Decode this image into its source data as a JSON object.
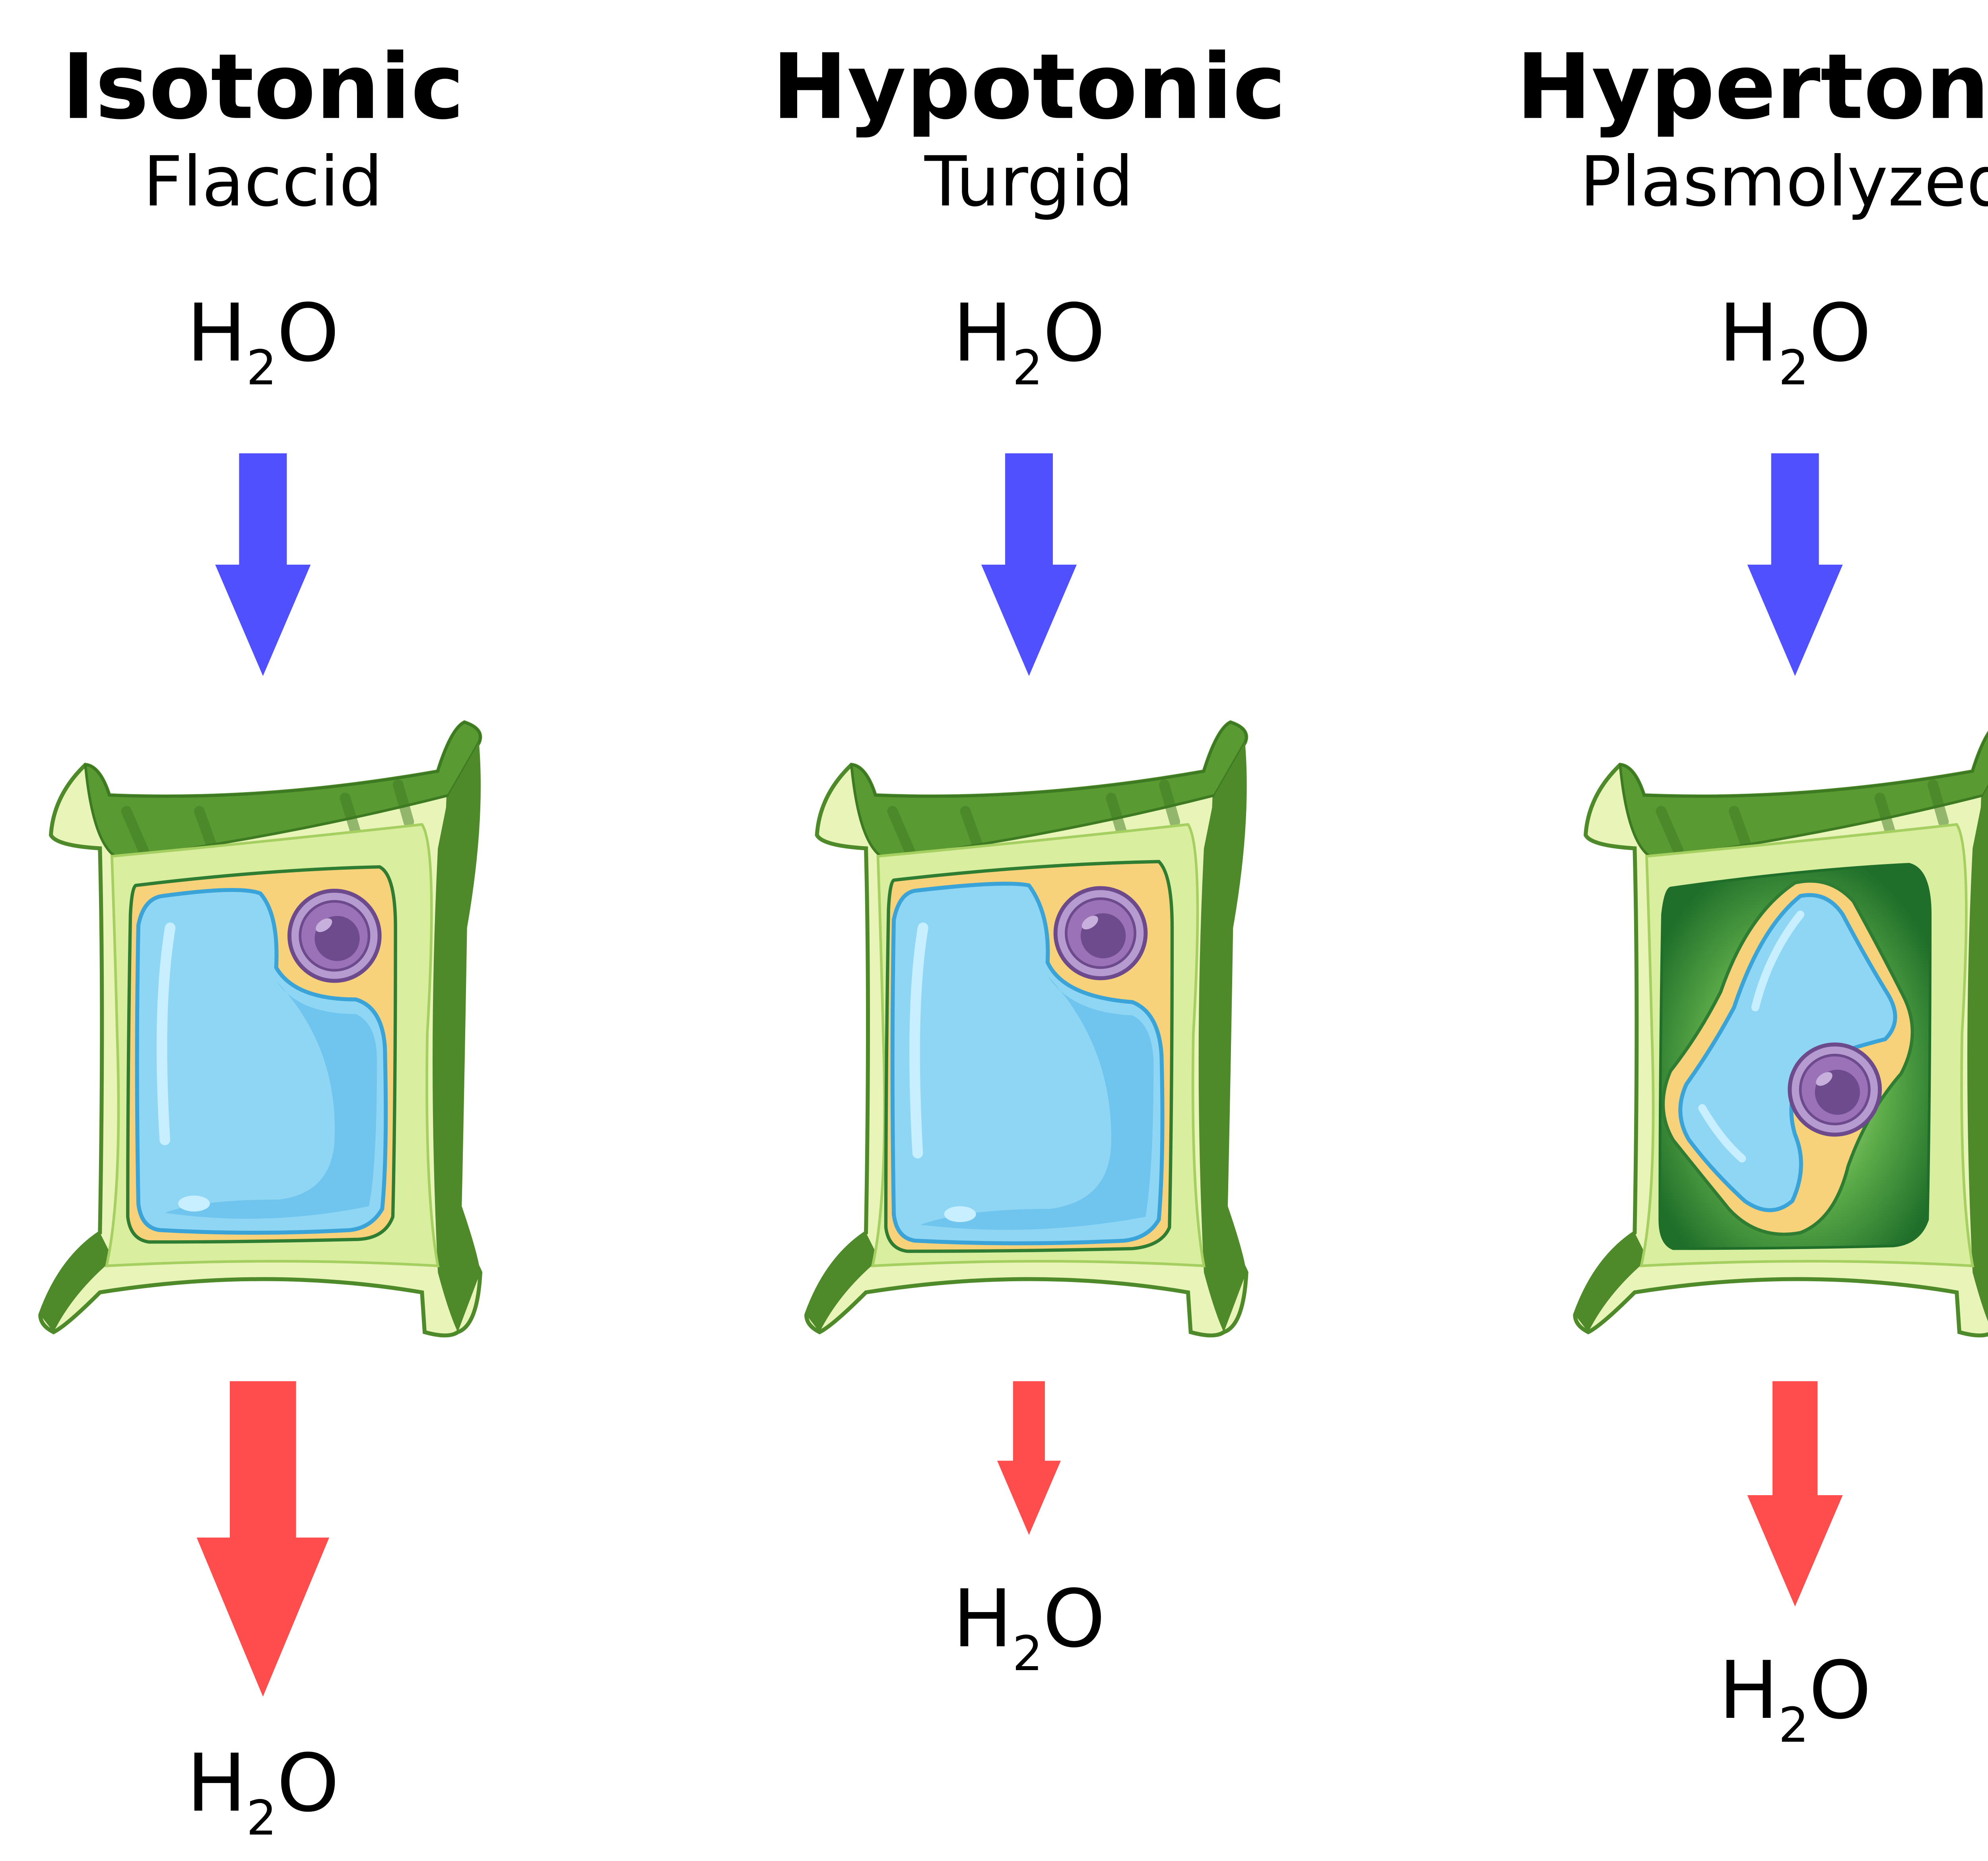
{
  "panels": [
    {
      "title": "Isotonic",
      "state": "Flaccid",
      "water_in": {
        "base": "H",
        "subscript": "2",
        "tail": "O"
      },
      "water_out": {
        "base": "H",
        "subscript": "2",
        "tail": "O"
      }
    },
    {
      "title": "Hypotonic",
      "state": "Turgid",
      "water_in": {
        "base": "H",
        "subscript": "2",
        "tail": "O"
      },
      "water_out": {
        "base": "H",
        "subscript": "2",
        "tail": "O"
      }
    },
    {
      "title": "Hypertonic",
      "state": "Plasmolyzed",
      "water_in": {
        "base": "H",
        "subscript": "2",
        "tail": "O"
      },
      "water_out": {
        "base": "H",
        "subscript": "2",
        "tail": "O"
      }
    }
  ],
  "colors": {
    "arrow_in": "#5050ff",
    "arrow_out": "#ff4d4d",
    "cell_wall_dark": "#4e8a2a",
    "cell_wall_light": "#e9f5b8",
    "cytoplasm": "#f7d27a",
    "vacuole": "#8fd6f5",
    "nucleus": "#9b72b8",
    "plasmolysis_space": "#2f8a3a"
  }
}
